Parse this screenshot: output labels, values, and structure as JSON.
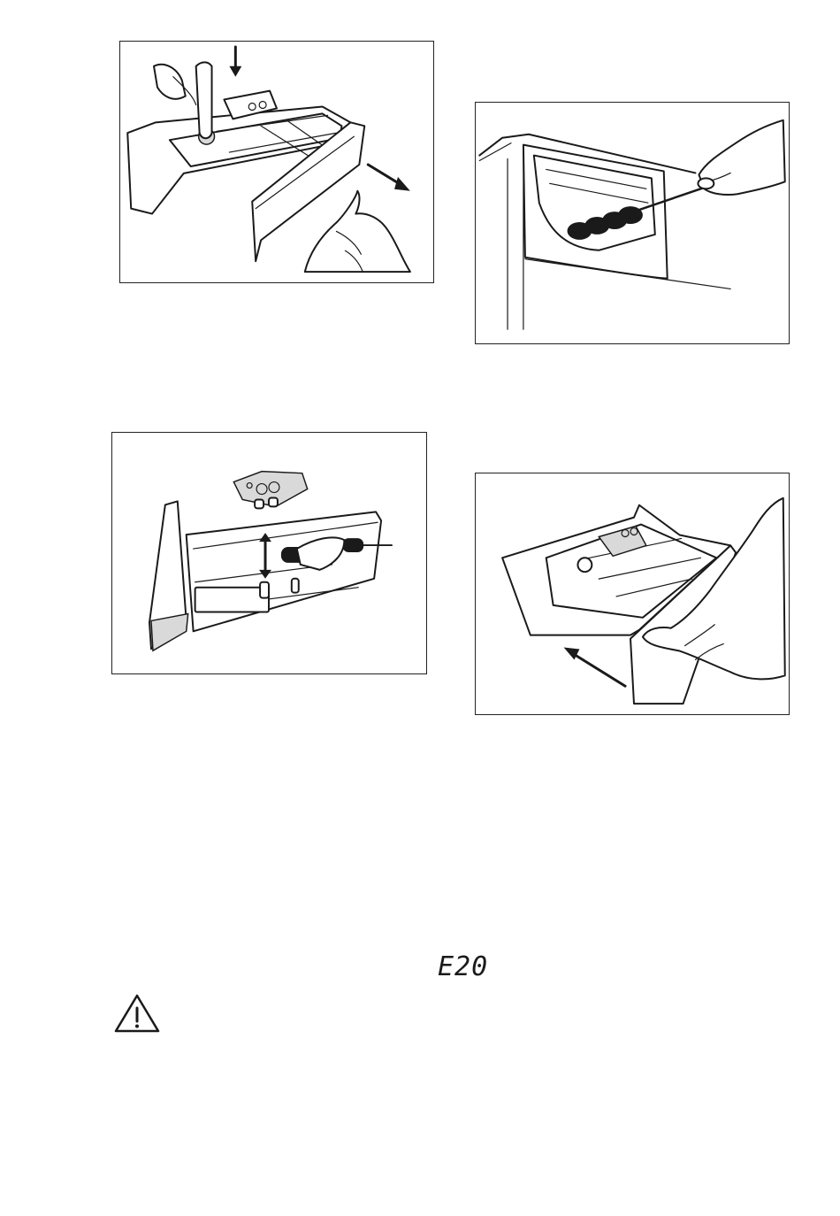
{
  "figures": [
    {
      "id": "fig1",
      "depicts": "remove-dispenser-drawer"
    },
    {
      "id": "fig2",
      "depicts": "brush-clean-recess"
    },
    {
      "id": "fig3",
      "depicts": "clean-drawer-and-insert"
    },
    {
      "id": "fig4",
      "depicts": "reinsert-dispenser-drawer"
    }
  ],
  "alarm": {
    "code": "E20"
  },
  "warning": {
    "icon": "warning-triangle-icon"
  },
  "colors": {
    "line": "#1a1a1a",
    "background": "#ffffff"
  }
}
